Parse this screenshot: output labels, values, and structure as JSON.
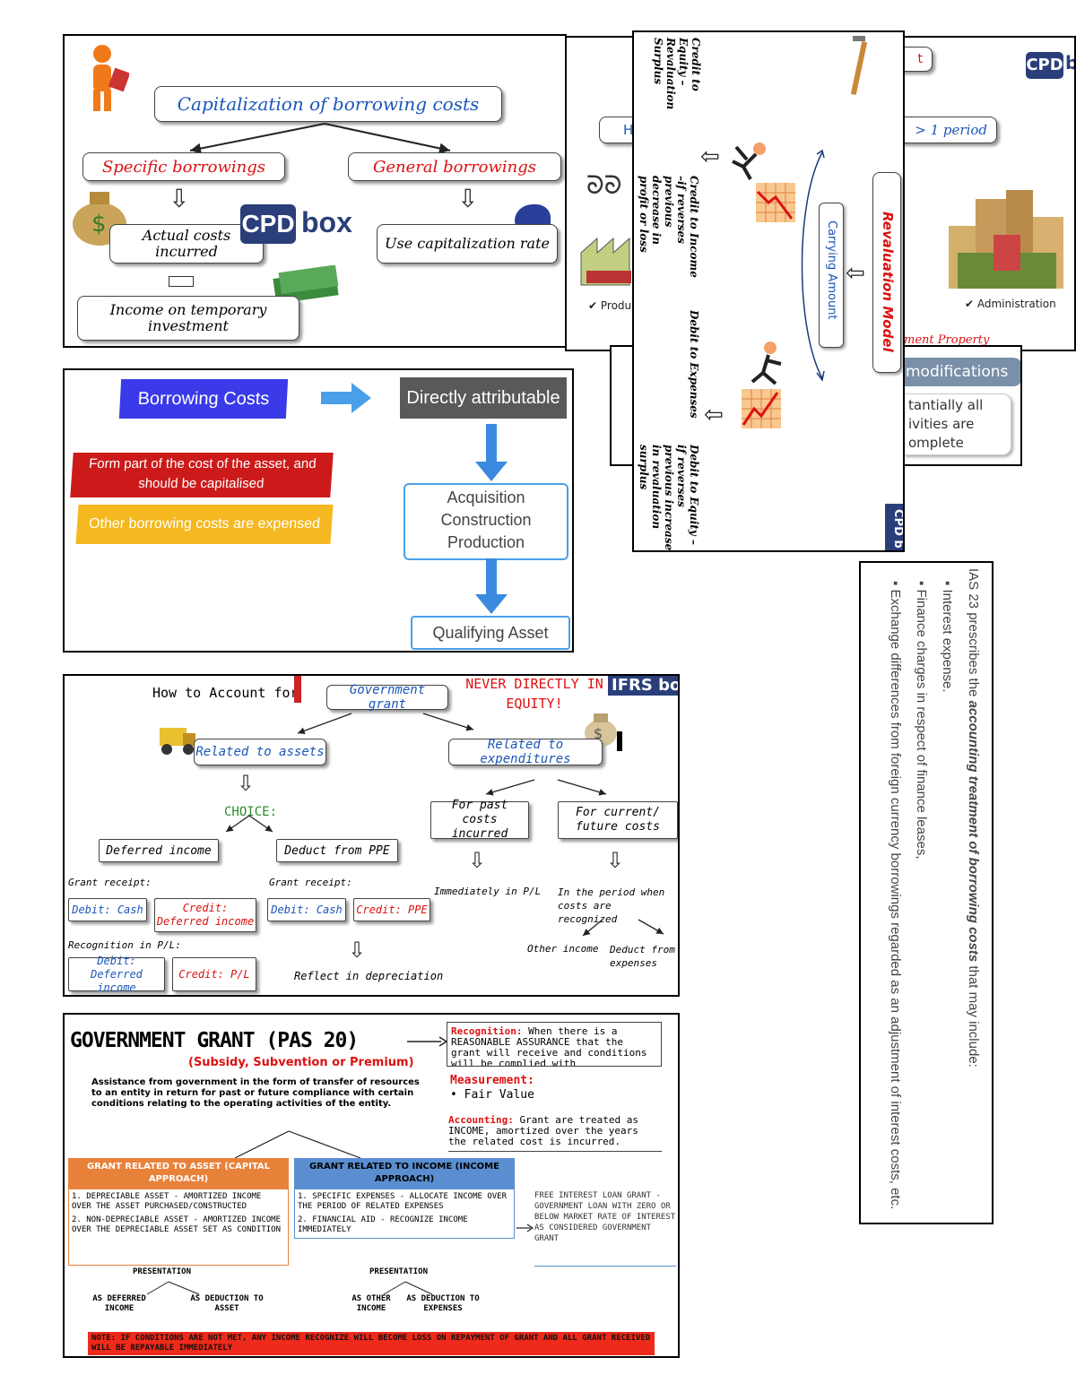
{
  "p1": {
    "title": "Capitalization of borrowing costs",
    "specific": "Specific borrowings",
    "general": "General borrowings",
    "actual": "Actual costs incurred",
    "use_rate": "Use capitalization rate",
    "income_temp": "Income on temporary investment",
    "logo_cpd": "CPD",
    "logo_box": "box"
  },
  "p2": {
    "borrowing_costs": "Borrowing Costs",
    "directly": "Directly attributable",
    "form_part": "Form part of the cost of the asset, and should be capitalised",
    "other": "Other borrowing costs are expensed",
    "acq_lines": [
      "Acquisition",
      "Construction",
      "Production"
    ],
    "qualifying": "Qualifying Asset"
  },
  "p3": {
    "how": "How to Account for",
    "gov_grant": "Government grant",
    "never": "NEVER DIRECTLY IN EQUITY!",
    "related_assets": "Related to assets",
    "related_exp": "Related to expenditures",
    "choice": "CHOICE:",
    "deferred": "Deferred income",
    "deduct_ppe": "Deduct from PPE",
    "past": "For past costs incurred",
    "current": "For current/ future costs",
    "grant_receipt": "Grant receipt:",
    "debit_cash": "Debit: Cash",
    "credit_deferred": "Credit: Deferred income",
    "credit_ppe": "Credit: PPE",
    "immediately": "Immediately in P/L",
    "in_period": "In the period when costs are recognized",
    "recognition": "Recognition in P/L:",
    "debit_deferred": "Debit: Deferred income",
    "credit_pl": "Credit: P/L",
    "reflect": "Reflect in depreciation",
    "other_income": "Other income",
    "deduct_exp": "Deduct from expenses",
    "logo": "IFRS bo"
  },
  "p4": {
    "title": "GOVERNMENT GRANT (PAS 20)",
    "subtitle": "(Subsidy, Subvention or Premium)",
    "def": "Assistance from government in the form of transfer of resources to an entity in return for past or future compliance with certain conditions relating to the operating activities of the entity.",
    "recog_label": "Recognition:",
    "recog_text": "When there is a REASONABLE ASSURANCE that the grant will receive and conditions will be complied with",
    "meas_label": "Measurement:",
    "meas_text": "• Fair Value",
    "acct_label": "Accounting:",
    "acct_text": "Grant are treated as INCOME, amortized over the years the related cost is incurred.",
    "asset_head": "GRANT RELATED TO ASSET (CAPITAL APPROACH)",
    "income_head": "GRANT RELATED TO INCOME (INCOME APPROACH)",
    "asset_items": [
      "1. DEPRECIABLE ASSET - AMORTIZED INCOME OVER THE ASSET PURCHASED/CONSTRUCTED",
      "2. NON-DEPRECIABLE ASSET - AMORTIZED INCOME OVER THE DEPRECIABLE ASSET SET AS CONDITION"
    ],
    "income_items": [
      "1. SPECIFIC EXPENSES - ALLOCATE INCOME OVER THE PERIOD OF RELATED EXPENSES",
      "2. FINANCIAL AID - RECOGNIZE INCOME IMMEDIATELY"
    ],
    "free_interest": "FREE INTEREST LOAN GRANT - GOVERNMENT LOAN WITH ZERO OR BELOW MARKET RATE OF INTEREST AS CONSIDERED GOVERNMENT GRANT",
    "presentation": "PRESENTATION",
    "as_deferred": "AS DEFERRED INCOME",
    "as_deduct_asset": "AS DEDUCTION TO ASSET",
    "as_other": "AS OTHER INCOME",
    "as_deduct_exp": "AS DEDUCTION TO EXPENSES",
    "note": "NOTE: IF CONDITIONS ARE NOT MET, ANY INCOME RECOGNIZE WILL BECOME LOSS ON REPAYMENT OF GRANT AND ALL GRANT RECEIVED WILL BE REPAYABLE IMMEDIATELY"
  },
  "back1": {
    "period": "> 1 period",
    "admin": "✔ Administration",
    "prod": "✔ Produ",
    "h": "H",
    "t": "t",
    "inv_prop": "ment Property",
    "logo": "CPD b"
  },
  "back2": {
    "mods": "modifications",
    "text": "tantially all ivities are omplete"
  },
  "reval": {
    "title": "Revaluation Model",
    "carrying": "Carrying Amount",
    "credit_equity": "Credit to Equity – Revaluation Surplus",
    "credit_income": "Credit to Income –if reverses previous decrease in profit or loss",
    "debit_expenses": "Debit to Expenses",
    "debit_equity": "Debit to Equity –if reverses previous increase in revaluation surplus",
    "logo": "CPD b"
  },
  "ias": {
    "intro_a": "IAS 23 prescribes the ",
    "intro_b": "accounting treatment of borrowing costs",
    "intro_c": " that may include:",
    "items": [
      "Interest expense.",
      "Finance charges in respect of finance leases,",
      "Exchange differences from foreign currency borrowings regarded as an adjustment of interest costs, etc."
    ]
  }
}
